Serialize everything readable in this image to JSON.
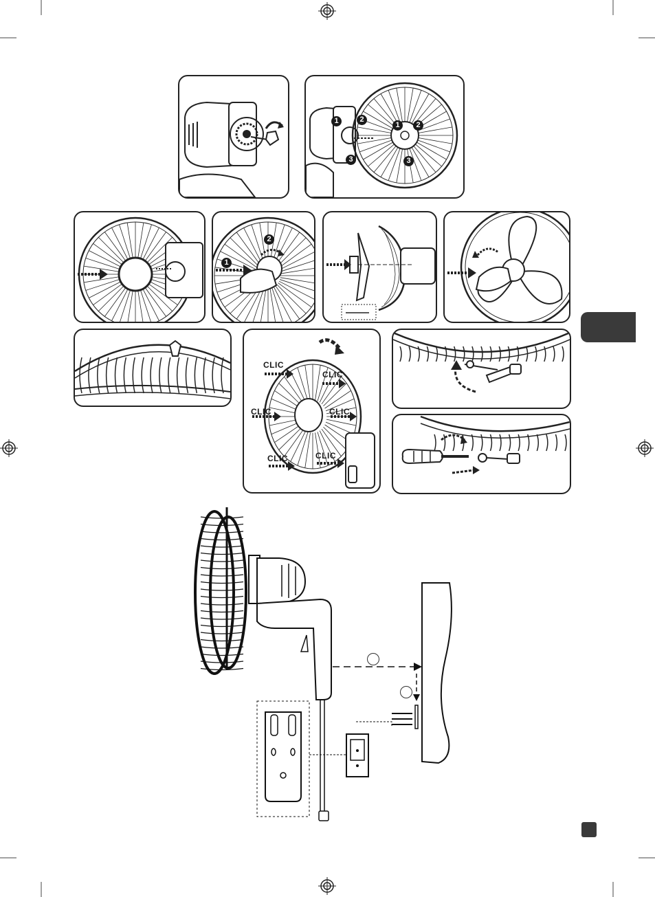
{
  "labels": {
    "clic": "CLIC"
  },
  "step_numbers": {
    "n1": "1",
    "n2": "2",
    "n3": "3"
  },
  "wall_steps": {
    "s1": "",
    "s2": ""
  },
  "colors": {
    "ink": "#1a1a1a",
    "tab": "#3a3a3a"
  }
}
